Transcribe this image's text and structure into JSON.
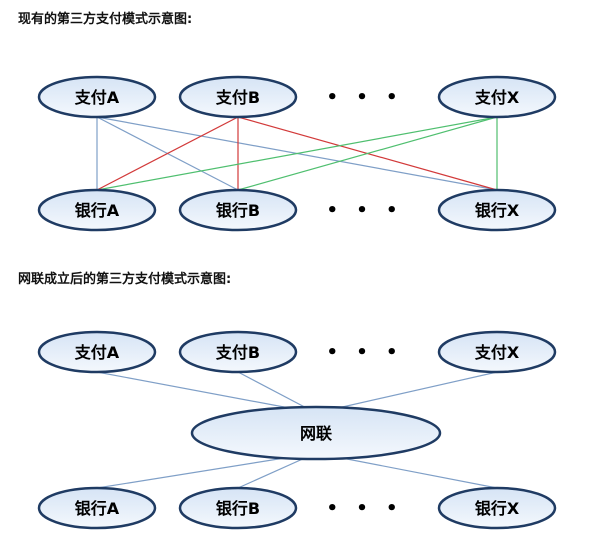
{
  "title_existing": "现有的第三方支付模式示意图:",
  "title_unionpay": "网联成立后的第三方支付模式示意图:",
  "colors": {
    "ellipse_fill_top": "#d6e4f5",
    "ellipse_fill_bottom": "#f4f8fd",
    "ellipse_stroke": "#1f3b63",
    "line_blue": "#7f9fc7",
    "line_red": "#d23a3a",
    "line_green": "#4fbf6f"
  },
  "diagram1": {
    "payments": [
      "支付A",
      "支付B",
      "支付X"
    ],
    "banks": [
      "银行A",
      "银行B",
      "银行X"
    ],
    "ellipsis": "• • •",
    "connections": [
      {
        "from": "支付A",
        "to": "银行A",
        "color": "blue"
      },
      {
        "from": "支付A",
        "to": "银行B",
        "color": "blue"
      },
      {
        "from": "支付A",
        "to": "银行X",
        "color": "blue"
      },
      {
        "from": "支付B",
        "to": "银行A",
        "color": "red"
      },
      {
        "from": "支付B",
        "to": "银行B",
        "color": "red"
      },
      {
        "from": "支付B",
        "to": "银行X",
        "color": "red"
      },
      {
        "from": "支付X",
        "to": "银行A",
        "color": "green"
      },
      {
        "from": "支付X",
        "to": "银行B",
        "color": "green"
      },
      {
        "from": "支付X",
        "to": "银行X",
        "color": "green"
      }
    ]
  },
  "diagram2": {
    "payments": [
      "支付A",
      "支付B",
      "支付X"
    ],
    "hub": "网联",
    "banks": [
      "银行A",
      "银行B",
      "银行X"
    ],
    "ellipsis": "• • •"
  }
}
